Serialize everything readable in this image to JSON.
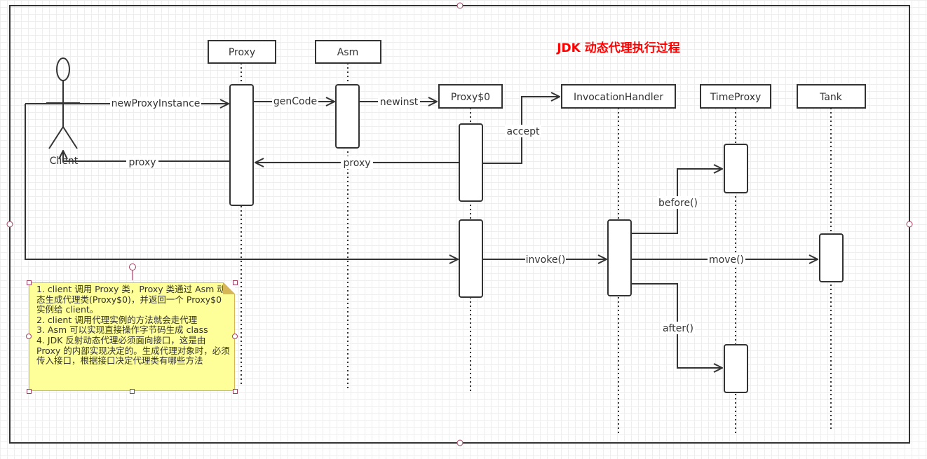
{
  "title": "JDK 动态代理执行过程",
  "colors": {
    "title": "#ff0000",
    "line": "#333333",
    "note_bg": "#ffff99"
  },
  "actor": {
    "label": "Client"
  },
  "participants": {
    "proxy": "Proxy",
    "asm": "Asm",
    "proxy0": "Proxy$0",
    "invocation_handler": "InvocationHandler",
    "time_proxy": "TimeProxy",
    "tank": "Tank"
  },
  "messages": {
    "new_proxy_instance": "newProxyInstance",
    "gen_code": "genCode",
    "newinst": "newinst",
    "accept": "accept",
    "proxy_return_1": "proxy",
    "proxy_return_2": "proxy",
    "invoke": "invoke()",
    "before": "before()",
    "move": "move()",
    "after": "after()"
  },
  "note": {
    "lines": [
      "1. client 调用 Proxy 类，Proxy 类通过 Asm 动态生成代理类(Proxy$0)，并返回一个 Proxy$0 实例给 client。",
      "2. client 调用代理实例的方法就会走代理",
      "3. Asm 可以实现直接操作字节码生成 class",
      "4. JDK 反射动态代理必须面向接口，这是由 Proxy 的内部实现决定的。生成代理对象时，必须传入接口，根据接口决定代理类有哪些方法"
    ]
  }
}
